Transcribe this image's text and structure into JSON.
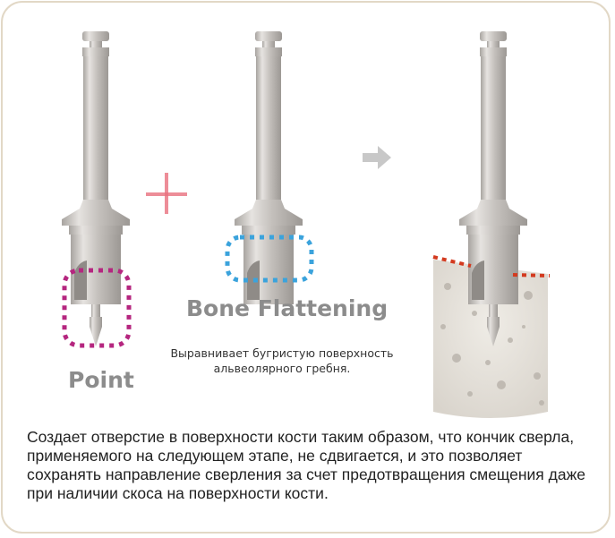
{
  "labels": {
    "point": "Point",
    "bone_flattening": "Bone Flattening",
    "bone_flattening_caption": "Выравнивает бугристую поверхность альвеолярного гребня.",
    "description": "Создает отверстие в поверхности кости таким образом, что кончик сверла, применяемого на следующем этапе, не сдвигается, и это позволяет сохранять направление сверления за счет предотвращения смещения даже при наличии скоса на поверхности кости."
  },
  "colors": {
    "point_highlight": "#b5267f",
    "flattening_highlight": "#3ba3dc",
    "bone_line": "#d33a1f",
    "plus": "#e8717e",
    "arrow": "#c8c8c8",
    "border": "#e2d8c6"
  },
  "icons": [
    "plus-icon",
    "arrow-right-icon"
  ]
}
